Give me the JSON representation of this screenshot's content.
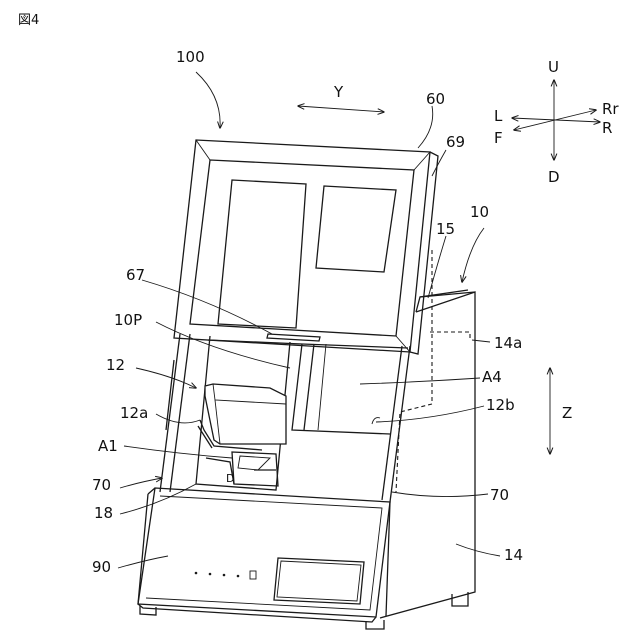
{
  "figure_label": "図4",
  "labels": {
    "l100": "100",
    "lY": "Y",
    "l60": "60",
    "l69": "69",
    "l10": "10",
    "l15": "15",
    "l67": "67",
    "l14a": "14a",
    "l10P": "10P",
    "l12": "12",
    "lA4": "A4",
    "l12a": "12a",
    "l12b": "12b",
    "lZ": "Z",
    "lA1": "A1",
    "l70left": "70",
    "l70right": "70",
    "l18": "18",
    "l90": "90",
    "l14": "14",
    "lD_small": "D"
  },
  "compass": {
    "up": "U",
    "down": "D",
    "left": "L",
    "front": "F",
    "rear_right": "Rr",
    "right": "R"
  }
}
